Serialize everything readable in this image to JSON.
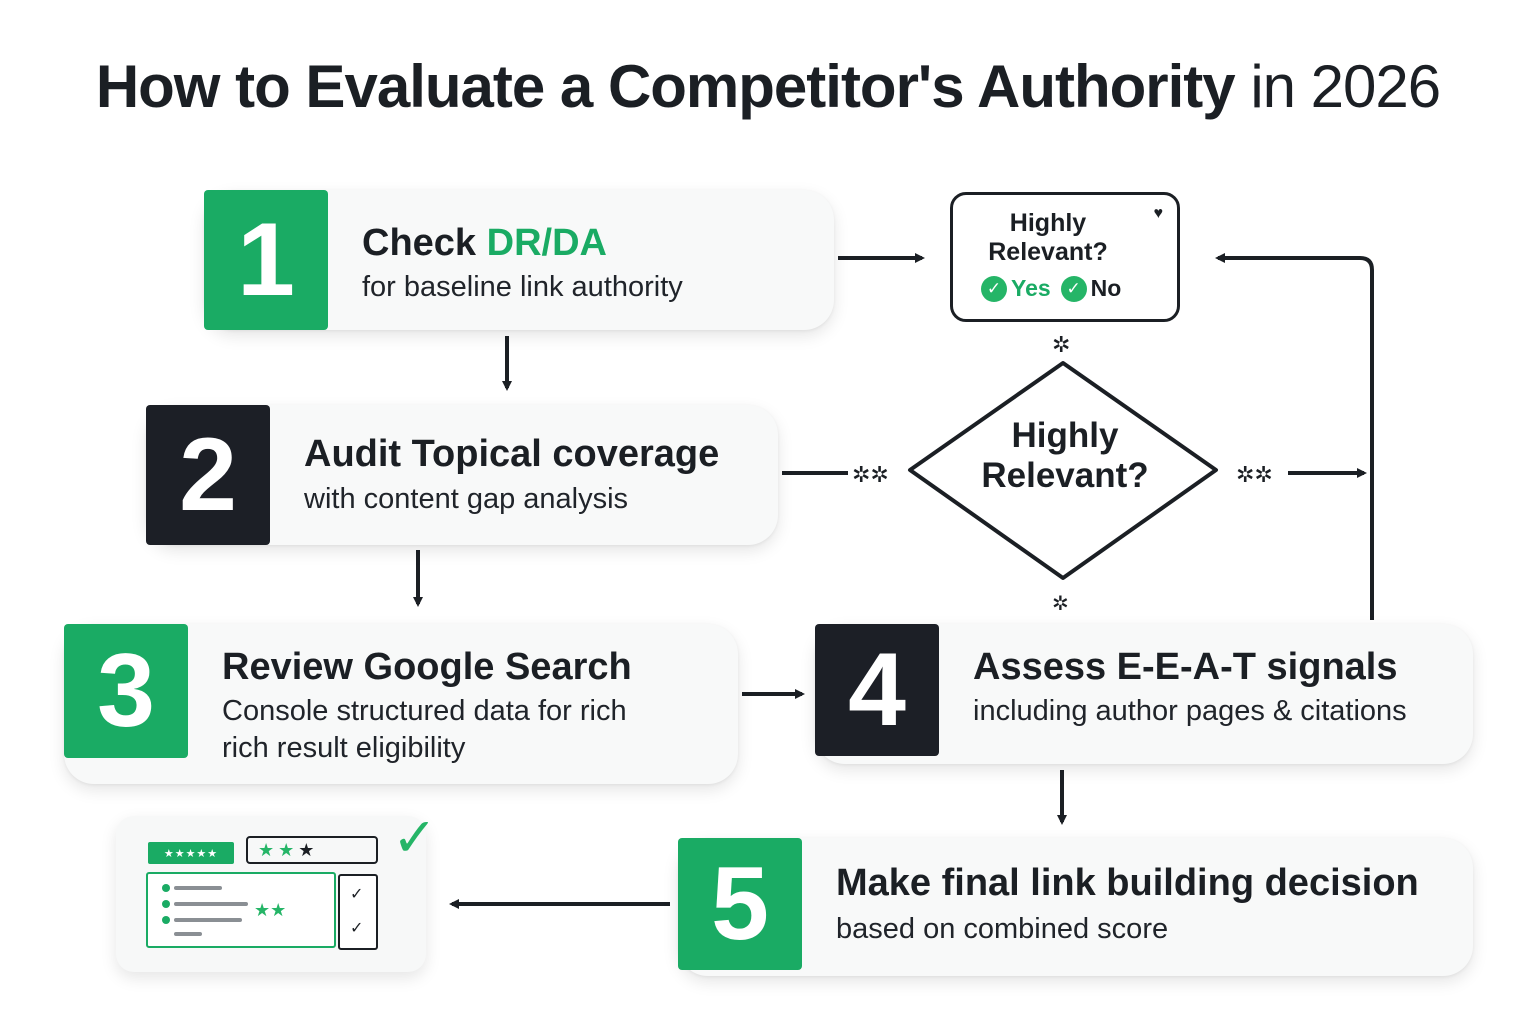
{
  "title": {
    "bold": "How to Evaluate a Competitor's Authority",
    "light": "in 2026"
  },
  "steps": [
    {
      "number": "1",
      "title_plain": "Check ",
      "title_accent": "DR/DA",
      "sub": "for baseline link authority"
    },
    {
      "number": "2",
      "title_plain": "Audit Topical coverage",
      "sub": "with content gap analysis"
    },
    {
      "number": "3",
      "title_plain": "Review Google Search",
      "sub_line1": "Console structured data for rich",
      "sub_line2": "rich result eligibility"
    },
    {
      "number": "4",
      "title_plain": "Assess E-E-A-T signals",
      "sub": "including author pages & citations"
    },
    {
      "number": "5",
      "title_plain": "Make final link building decision",
      "sub": "based on combined score"
    }
  ],
  "decision_box": {
    "question_line1": "Highly",
    "question_line2": "Relevant?",
    "yes_label": "Yes",
    "no_label": "No"
  },
  "decision_diamond": {
    "line1": "Highly",
    "line2": "Relevant?"
  },
  "colors": {
    "accent_green": "#1aab64",
    "dark": "#1c1f26"
  },
  "icons": [
    "check-circle-icon",
    "heart-icon",
    "star-icon",
    "checkmark-icon",
    "arrow-icon"
  ]
}
